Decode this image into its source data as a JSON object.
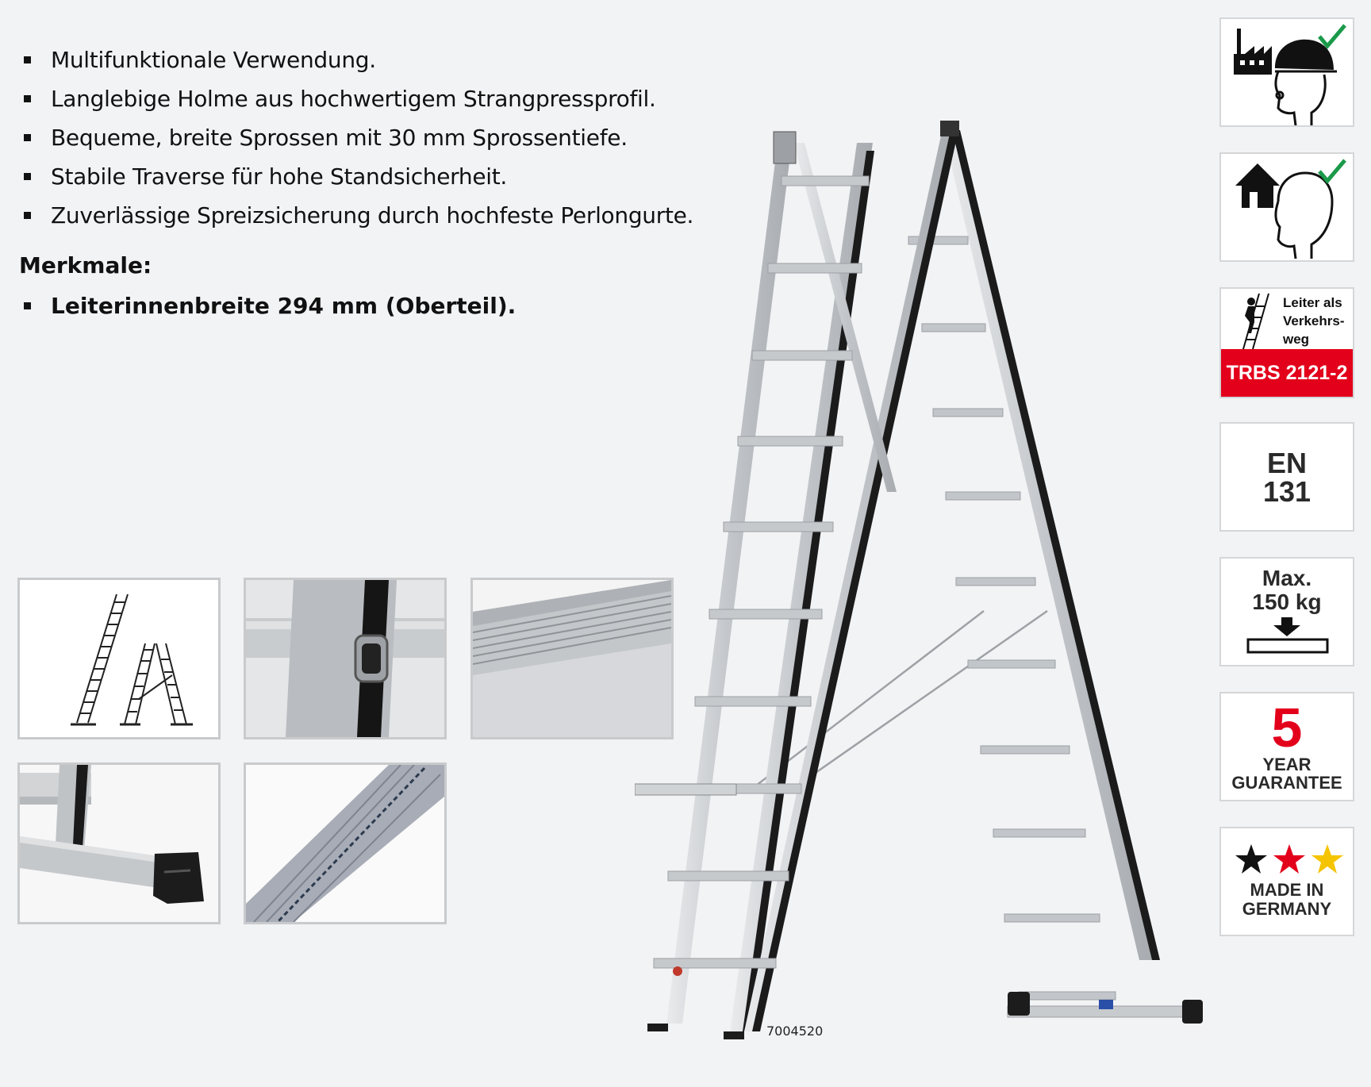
{
  "features": [
    "Multifunktionale Verwendung.",
    "Langlebige Holme aus hochwertigem Strangpressprofil.",
    "Bequeme, breite Sprossen mit 30 mm Sprossentiefe.",
    "Stabile Traverse für hohe Standsicherheit.",
    "Zuverlässige Spreizsicherung durch hochfeste Perlongurte."
  ],
  "merkmale": {
    "heading": "Merkmale:",
    "items": [
      "Leiterinnenbreite 294 mm (Oberteil)."
    ]
  },
  "product": {
    "article_number": "7004520"
  },
  "badges": {
    "trbs": {
      "line1": "Leiter als",
      "line2": "Verkehrs-",
      "line3": "weg",
      "code": "TRBS 2121-2"
    },
    "standard": {
      "line1": "EN",
      "line2": "131"
    },
    "load": {
      "line1": "Max.",
      "line2": "150 kg"
    },
    "guarantee": {
      "number": "5",
      "line1": "YEAR",
      "line2": "GUARANTEE"
    },
    "origin": {
      "line1": "MADE IN",
      "line2": "GERMANY"
    }
  },
  "colors": {
    "accent_red": "#e3001b",
    "check_green": "#1a9a4a",
    "aluminium": "#c8cbce",
    "black": "#111111"
  },
  "icons": [
    "industrial-use-check-icon",
    "home-use-check-icon",
    "ladder-climber-icon",
    "max-load-arrow-icon",
    "german-stars-icon"
  ]
}
